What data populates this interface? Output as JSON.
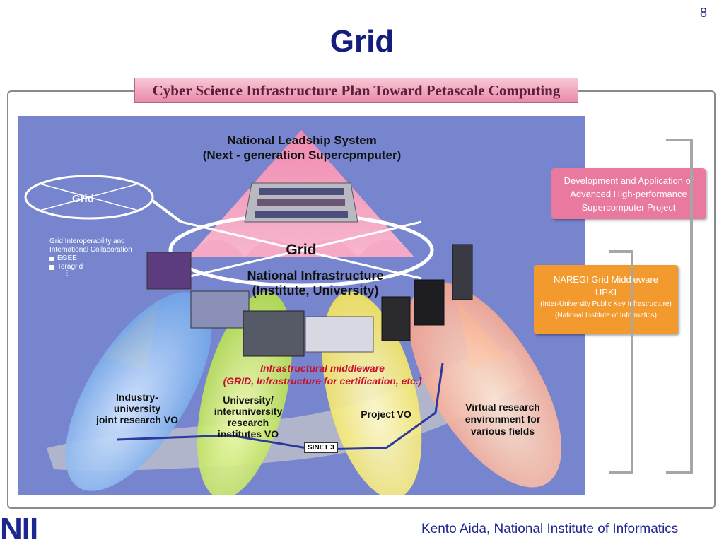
{
  "slide": {
    "number": "8",
    "title": "Grid",
    "footer": "Kento Aida, National Institute of Informatics",
    "logo": "NII"
  },
  "diagram": {
    "banner": "Cyber Science Infrastructure Plan Toward Petascale Computing",
    "national_leadship": [
      "National Leadship System",
      "(Next - generation Supercpmputer)"
    ],
    "grid_label": "Grid",
    "national_infrastructure": [
      "National Infrastructure",
      "(Institute, University)"
    ],
    "middleware": [
      "Infrastructural middleware",
      "(GRID, Infrastructure for certification, etc.)"
    ],
    "vo": {
      "industry": [
        "Industry-",
        "university",
        "joint research VO"
      ],
      "university": [
        "University/",
        "interuniversity",
        "research",
        "institutes VO"
      ],
      "project": "Project VO",
      "virtual": [
        "Virtual research",
        "environment for",
        "various fields"
      ]
    },
    "sinet": "SINET 3",
    "grid_small": "Grid",
    "interop": {
      "heading": [
        "Grid Interoperability and",
        "International Collaboration"
      ],
      "items": [
        "EGEE",
        "Teragrid"
      ],
      "more": "⋮"
    },
    "dev_box": [
      "Development and Application of",
      "Advanced High-performance",
      "Supercomputer Project"
    ],
    "naregi_box": {
      "line1": "NAREGI Grid Middleware",
      "line2": "UPKI",
      "line3": "(Inter-University Public Key Infrastructure)",
      "line4": "(National Institute of Informatics)"
    }
  },
  "colors": {
    "title": "#141c7c",
    "canvas": "#7785cf",
    "dev_box": "#e9799f",
    "naregi_box": "#f29a2e",
    "middleware_text": "#c8102e"
  }
}
